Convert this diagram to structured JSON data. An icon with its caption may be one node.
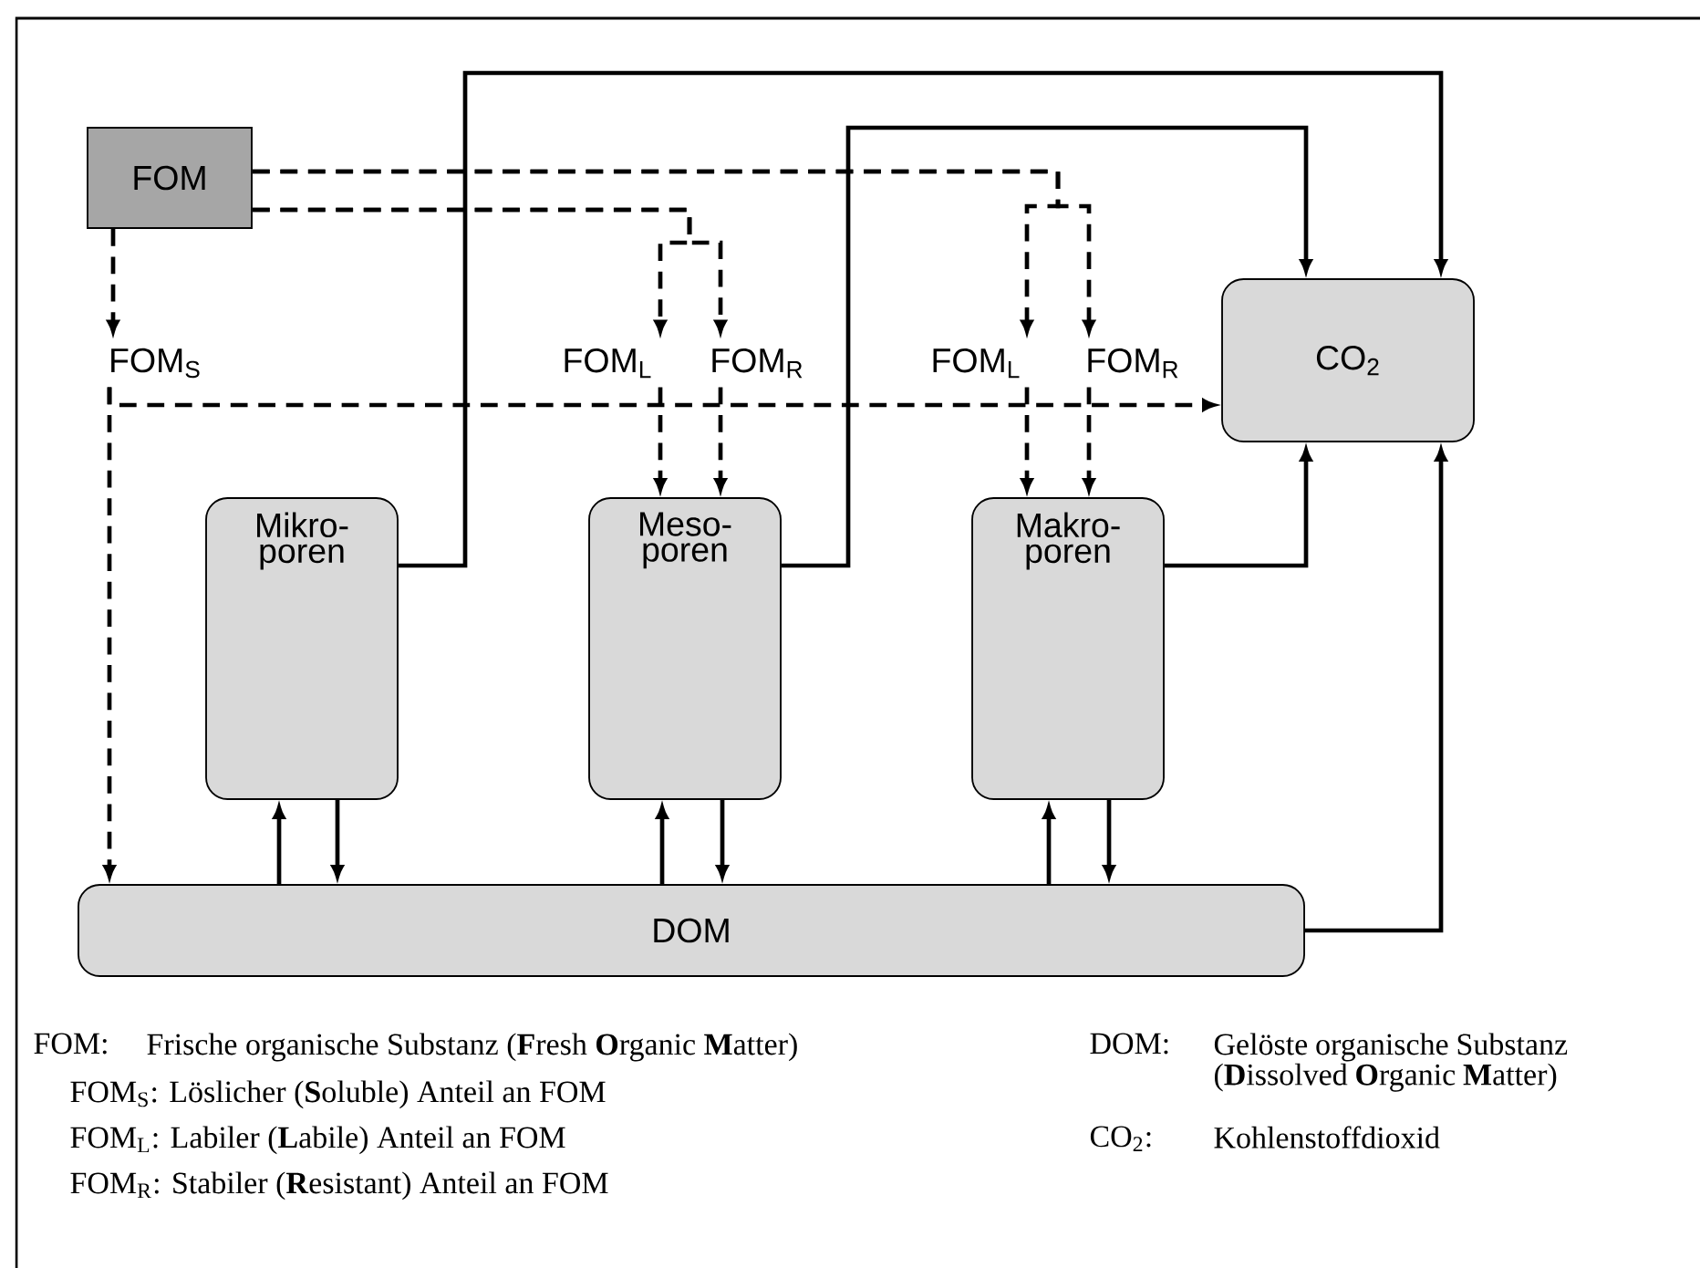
{
  "diagram": {
    "nodes": [
      {
        "text": [
          "FOM"
        ]
      },
      {
        "text": [
          "FOM$_{S}$"
        ]
      },
      {
        "text": [
          "FOM$_{L}$"
        ]
      },
      {
        "text": [
          "FOM$_{R}$"
        ]
      },
      {
        "text": [
          "FOM$_{L}$"
        ]
      },
      {
        "text": [
          "FOM$_{R}$"
        ]
      },
      {
        "text": [
          "CO$_{2}$"
        ]
      },
      {
        "text": [
          "Mikro- poren"
        ]
      },
      {
        "text": [
          "Meso- poren"
        ]
      },
      {
        "text": [
          "Makro- poren"
        ]
      },
      {
        "text": [
          "DOM"
        ]
      }
    ],
    "edges": [
      {
        "from": 0,
        "to": 1,
        "arrow": "to",
        "style": "dashed"
      },
      {
        "from": 0,
        "to": 2,
        "arrow": "to",
        "style": "dashed"
      },
      {
        "from": 0,
        "to": 3,
        "arrow": "to",
        "style": "dashed"
      },
      {
        "from": 0,
        "to": 4,
        "arrow": "to",
        "style": "dashed"
      },
      {
        "from": 0,
        "to": 5,
        "arrow": "to",
        "style": "dashed"
      },
      {
        "from": 1,
        "to": 6,
        "arrow": "to",
        "style": "dashed"
      },
      {
        "from": 1,
        "to": 10,
        "arrow": "to",
        "style": "dashed"
      },
      {
        "from": 2,
        "to": 8,
        "arrow": "to",
        "style": "dashed"
      },
      {
        "from": 3,
        "to": 8,
        "arrow": "to",
        "style": "dashed"
      },
      {
        "from": 4,
        "to": 9,
        "arrow": "to",
        "style": "dashed"
      },
      {
        "from": 5,
        "to": 9,
        "arrow": "to",
        "style": "dashed"
      },
      {
        "from": 7,
        "to": 6,
        "arrow": "to"
      },
      {
        "from": 8,
        "to": 6,
        "arrow": "to"
      },
      {
        "from": 9,
        "to": 6,
        "arrow": "to"
      },
      {
        "from": 10,
        "to": 6,
        "arrow": "to"
      },
      {
        "from": 10,
        "to": 7,
        "arrow": "to"
      },
      {
        "from": 7,
        "to": 10,
        "arrow": "to"
      },
      {
        "from": 10,
        "to": 8,
        "arrow": "to"
      },
      {
        "from": 8,
        "to": 10,
        "arrow": "to"
      },
      {
        "from": 10,
        "to": 9,
        "arrow": "to"
      },
      {
        "from": 9,
        "to": 10,
        "arrow": "to"
      }
    ],
    "labels": [
      "FOM:",
      "Frische organische Substanz (**F**resh **O**rganic **M**atter)",
      "DOM:",
      "Gelöste organische Substanz (**D**issolved **O**rganic **M**atter)",
      "FOM$_{S}$: Löslicher (**S**oluble) Anteil an FOM",
      "FOM$_{L}$: Labiler (**L**abile) Anteil an FOM",
      "CO$_{2}$:",
      "Kohlenstoffdioxid",
      "FOM$_{R}$: Stabiler (**R**esistant) Anteil an FOM"
    ]
  }
}
